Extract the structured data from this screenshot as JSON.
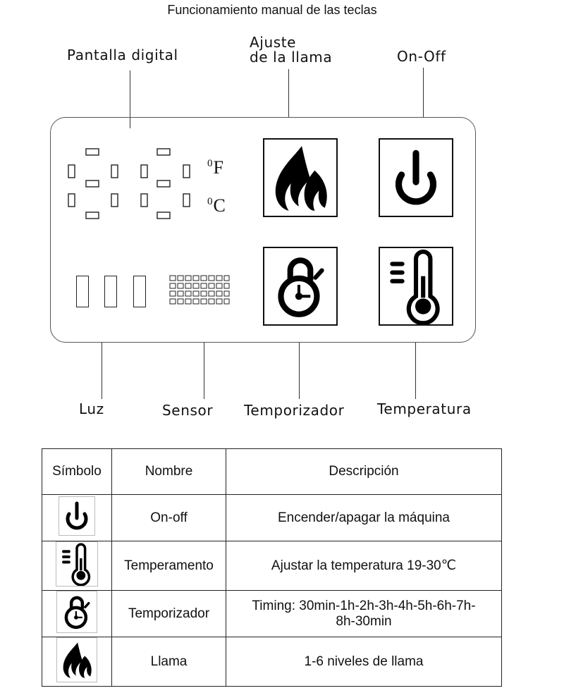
{
  "title": "Funcionamiento manual de las teclas",
  "callouts": {
    "digital_display": "Pantalla digital",
    "flame_adjust_line1": "Ajuste",
    "flame_adjust_line2": "de la llama",
    "on_off": "On-Off",
    "light": "Luz",
    "sensor": "Sensor",
    "timer": "Temporizador",
    "temperature": "Temperatura"
  },
  "panel": {
    "unit_f": "F",
    "unit_c": "C",
    "unit_deg": "0"
  },
  "table": {
    "headers": {
      "symbol": "Símbolo",
      "name": "Nombre",
      "description": "Descripción"
    },
    "rows": [
      {
        "icon": "power-icon",
        "name": "On-off",
        "description": "Encender/apagar la máquina"
      },
      {
        "icon": "thermometer-icon",
        "name": "Temperamento",
        "description": "Ajustar la temperatura 19-30℃"
      },
      {
        "icon": "timer-icon",
        "name": "Temporizador",
        "description_line1": "Timing: 30min-1h-2h-3h-4h-5h-6h-7h-",
        "description_line2": "8h-30min"
      },
      {
        "icon": "flame-icon",
        "name": "Llama",
        "description": "1-6 niveles de llama"
      }
    ]
  }
}
